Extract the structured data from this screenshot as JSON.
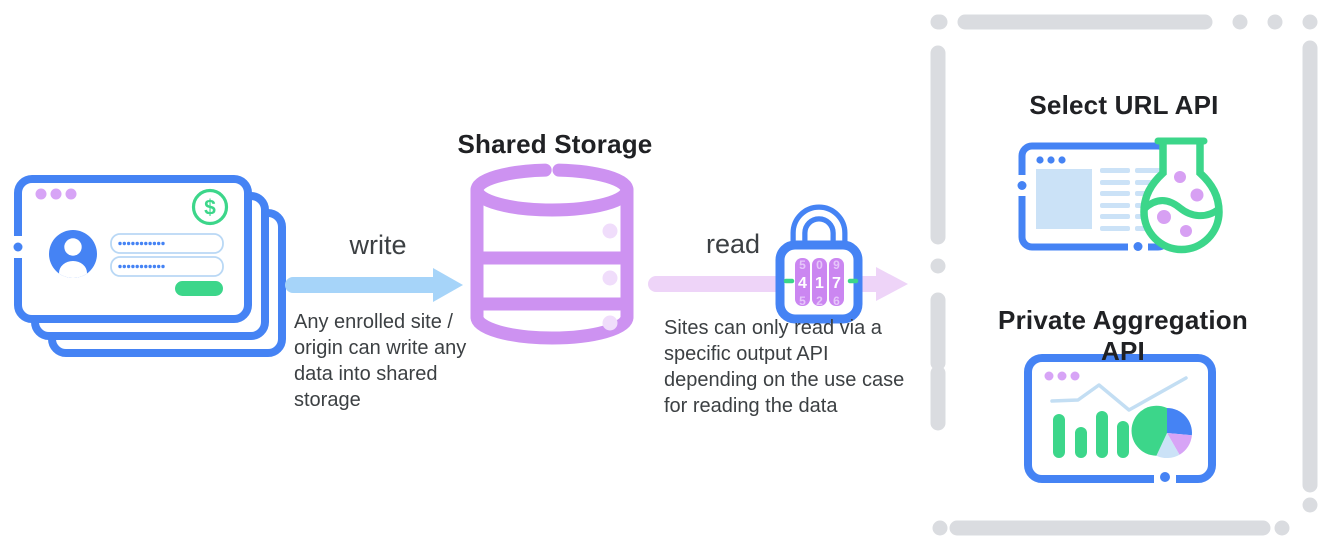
{
  "labels": {
    "shared_storage": "Shared Storage",
    "write": "write",
    "read": "read",
    "write_description": "Any enrolled site /\norigin can write any\ndata into shared\nstorage",
    "read_description": "Sites can only read via a\nspecific output API\ndepending on the use case\nfor reading the data",
    "select_url_api": "Select URL API",
    "private_aggregation_api": "Private Aggregation API"
  },
  "lock": {
    "digits": [
      "4",
      "1",
      "7"
    ],
    "top_digits": [
      "5",
      "0",
      "9"
    ],
    "bottom_digits": [
      "5",
      "2",
      "6"
    ]
  },
  "colors": {
    "blue": "#4583f4",
    "light_blue_arrow": "#a6d4f9",
    "light_blue_fill": "#cbe2f7",
    "purple": "#cd92f1",
    "purple_dot": "#d7a4f6",
    "pink_arrow": "#eed4f8",
    "green": "#3cd68a",
    "gray_dash": "#dadce0",
    "title_text": "#202124",
    "body_text": "#3c4043"
  }
}
